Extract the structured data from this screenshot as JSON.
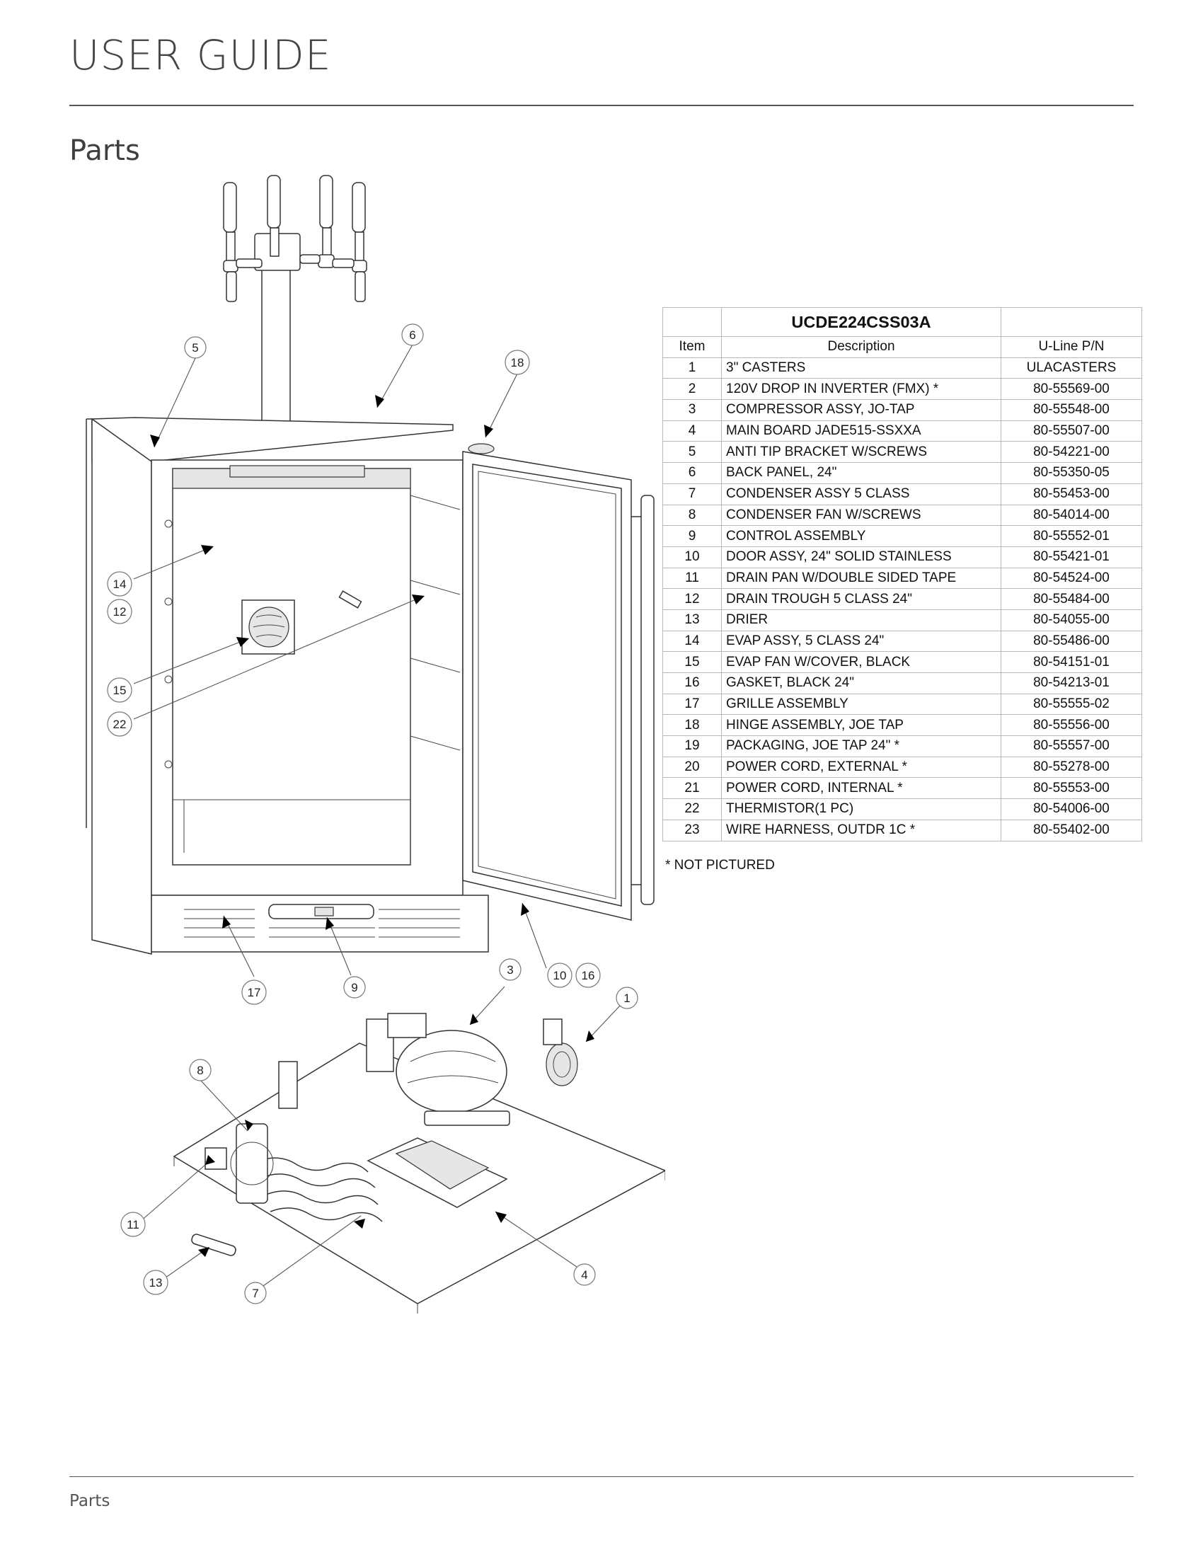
{
  "header": {
    "title": "USER GUIDE"
  },
  "section": {
    "title": "Parts"
  },
  "footer": {
    "label": "Parts"
  },
  "parts_table": {
    "model": "UCDE224CSS03A",
    "columns": [
      "Item",
      "Description",
      "U-Line P/N"
    ],
    "rows": [
      {
        "item": "1",
        "description": "3\" CASTERS",
        "pn": "ULACASTERS"
      },
      {
        "item": "2",
        "description": "120V DROP IN INVERTER (FMX) *",
        "pn": "80-55569-00"
      },
      {
        "item": "3",
        "description": "COMPRESSOR ASSY, JO-TAP",
        "pn": "80-55548-00"
      },
      {
        "item": "4",
        "description": "MAIN BOARD JADE515-SSXXA",
        "pn": "80-55507-00"
      },
      {
        "item": "5",
        "description": "ANTI TIP BRACKET W/SCREWS",
        "pn": "80-54221-00"
      },
      {
        "item": "6",
        "description": "BACK PANEL, 24\"",
        "pn": "80-55350-05"
      },
      {
        "item": "7",
        "description": "CONDENSER ASSY 5 CLASS",
        "pn": "80-55453-00"
      },
      {
        "item": "8",
        "description": "CONDENSER FAN W/SCREWS",
        "pn": "80-54014-00"
      },
      {
        "item": "9",
        "description": "CONTROL ASSEMBLY",
        "pn": "80-55552-01"
      },
      {
        "item": "10",
        "description": "DOOR ASSY, 24\" SOLID STAINLESS",
        "pn": "80-55421-01"
      },
      {
        "item": "11",
        "description": "DRAIN PAN W/DOUBLE SIDED TAPE",
        "pn": "80-54524-00"
      },
      {
        "item": "12",
        "description": "DRAIN TROUGH 5 CLASS 24\"",
        "pn": "80-55484-00"
      },
      {
        "item": "13",
        "description": "DRIER",
        "pn": "80-54055-00"
      },
      {
        "item": "14",
        "description": "EVAP ASSY, 5 CLASS 24\"",
        "pn": "80-55486-00"
      },
      {
        "item": "15",
        "description": "EVAP FAN W/COVER, BLACK",
        "pn": "80-54151-01"
      },
      {
        "item": "16",
        "description": "GASKET, BLACK 24\"",
        "pn": "80-54213-01"
      },
      {
        "item": "17",
        "description": "GRILLE ASSEMBLY",
        "pn": "80-55555-02"
      },
      {
        "item": "18",
        "description": "HINGE ASSEMBLY, JOE TAP",
        "pn": "80-55556-00"
      },
      {
        "item": "19",
        "description": "PACKAGING, JOE TAP 24\" *",
        "pn": "80-55557-00"
      },
      {
        "item": "20",
        "description": "POWER CORD, EXTERNAL *",
        "pn": "80-55278-00"
      },
      {
        "item": "21",
        "description": "POWER CORD, INTERNAL *",
        "pn": "80-55553-00"
      },
      {
        "item": "22",
        "description": "THERMISTOR(1 PC)",
        "pn": "80-54006-00"
      },
      {
        "item": "23",
        "description": "WIRE HARNESS, OUTDR 1C *",
        "pn": "80-55402-00"
      }
    ]
  },
  "note": "* NOT PICTURED",
  "diagram": {
    "callouts": [
      "5",
      "6",
      "18",
      "14",
      "12",
      "15",
      "22",
      "17",
      "9",
      "3",
      "10",
      "16",
      "1",
      "8",
      "11",
      "4",
      "13",
      "7"
    ]
  }
}
